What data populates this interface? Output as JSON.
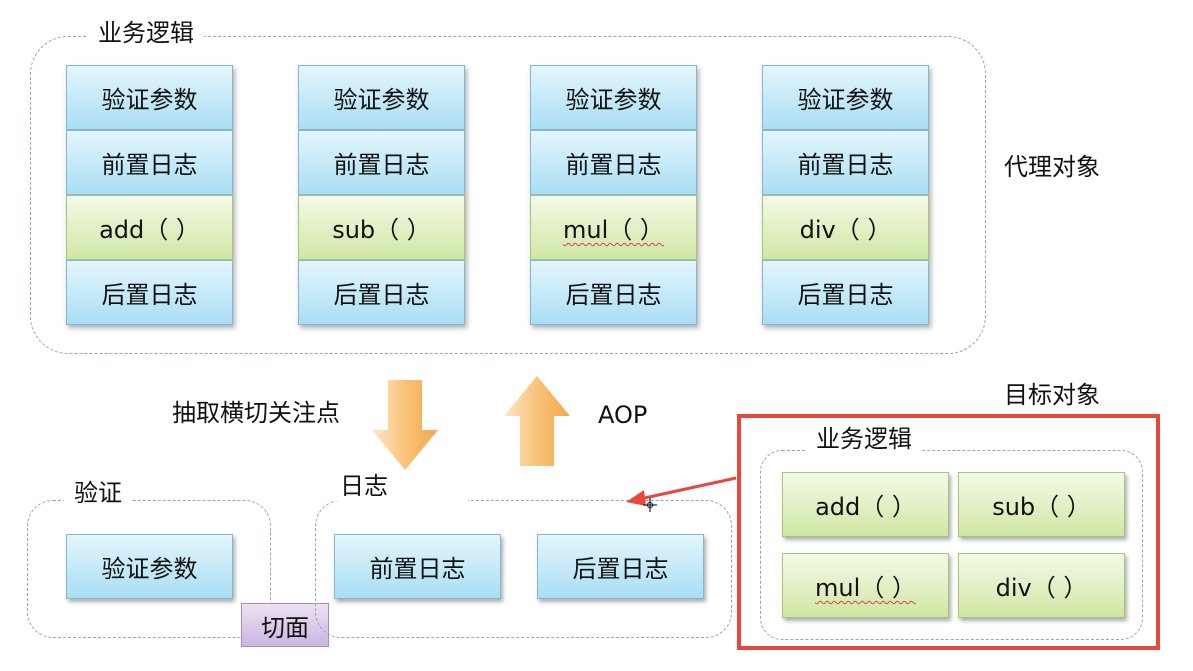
{
  "proxy_section": {
    "title": "业务逻辑",
    "side_label": "代理对象",
    "columns": [
      {
        "rows": [
          "验证参数",
          "前置日志",
          "add（ ）",
          "后置日志"
        ]
      },
      {
        "rows": [
          "验证参数",
          "前置日志",
          "sub（ ）",
          "后置日志"
        ]
      },
      {
        "rows": [
          "验证参数",
          "前置日志",
          "mul（ ）",
          "后置日志"
        ]
      },
      {
        "rows": [
          "验证参数",
          "前置日志",
          "div（ ）",
          "后置日志"
        ]
      }
    ]
  },
  "arrows": {
    "extract_label": "抽取横切关注点",
    "aop_label": "AOP"
  },
  "validation_section": {
    "title": "验证",
    "item": "验证参数"
  },
  "aspect_label": "切面",
  "log_section": {
    "title": "日志",
    "items": [
      "前置日志",
      "后置日志"
    ]
  },
  "target_section": {
    "side_label": "目标对象",
    "title": "业务逻辑",
    "items": [
      "add（ ）",
      "sub（ ）",
      "mul（ ）",
      "div（ ）"
    ]
  },
  "colors": {
    "blue_box": "#a9def4",
    "green_box": "#cfe7a4",
    "purple_box": "#cbb6e0",
    "arrow_orange": "#f7b45c",
    "highlight_red": "#e8483c"
  }
}
